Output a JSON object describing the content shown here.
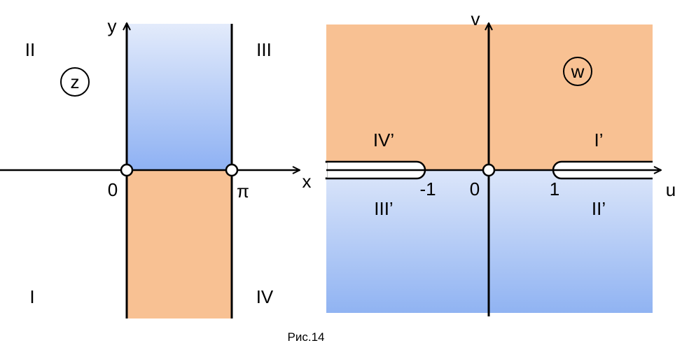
{
  "caption": "Рис.14",
  "z_plane": {
    "circle_label": "z",
    "axis_x": "x",
    "axis_y": "y",
    "origin": "0",
    "pi": "π",
    "regions": {
      "I": "I",
      "II": "II",
      "III": "III",
      "IV": "IV"
    }
  },
  "w_plane": {
    "circle_label": "w",
    "axis_u": "u",
    "axis_v": "v",
    "origin": "0",
    "minus_one": "-1",
    "one": "1",
    "regions": {
      "I": "I’",
      "II": "II’",
      "III": "III’",
      "IV": "IV’"
    }
  },
  "colors": {
    "orange": "#F8C193",
    "blue_light": "#DDE7FB",
    "blue_dark": "#8FB2F2",
    "axis": "#000000"
  }
}
